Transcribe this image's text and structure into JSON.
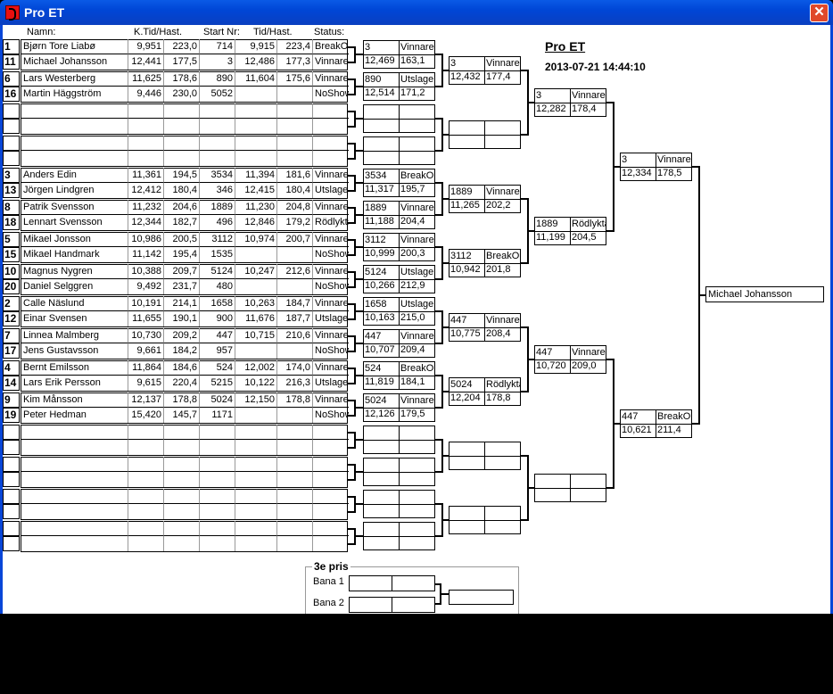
{
  "window": {
    "title": "Pro ET",
    "close_label": "✕"
  },
  "headers": {
    "name": "Namn:",
    "qual": "K.Tid/Hast.",
    "start": "Start Nr:",
    "race": "Tid/Hast.",
    "status": "Status:"
  },
  "event": {
    "title": "Pro ET",
    "datetime": "2013-07-21 14:44:10"
  },
  "pairs": [
    [
      {
        "seed": "1",
        "name": "Bjørn Tore Liabø",
        "ktid": "9,951",
        "khast": "223,0",
        "start": "714",
        "tid": "9,915",
        "hast": "223,4",
        "status": "BreakOut"
      },
      {
        "seed": "11",
        "name": "Michael Johansson",
        "ktid": "12,441",
        "khast": "177,5",
        "start": "3",
        "tid": "12,486",
        "hast": "177,3",
        "status": "Vinnare"
      }
    ],
    [
      {
        "seed": "6",
        "name": "Lars Westerberg",
        "ktid": "11,625",
        "khast": "178,6",
        "start": "890",
        "tid": "11,604",
        "hast": "175,6",
        "status": "Vinnare"
      },
      {
        "seed": "16",
        "name": "Martin Häggström",
        "ktid": "9,446",
        "khast": "230,0",
        "start": "5052",
        "tid": "",
        "hast": "",
        "status": "NoShow"
      }
    ],
    [
      {},
      {}
    ],
    [
      {},
      {}
    ],
    [
      {
        "seed": "3",
        "name": "Anders Edin",
        "ktid": "11,361",
        "khast": "194,5",
        "start": "3534",
        "tid": "11,394",
        "hast": "181,6",
        "status": "Vinnare"
      },
      {
        "seed": "13",
        "name": "Jörgen Lindgren",
        "ktid": "12,412",
        "khast": "180,4",
        "start": "346",
        "tid": "12,415",
        "hast": "180,4",
        "status": "Utslagen"
      }
    ],
    [
      {
        "seed": "8",
        "name": "Patrik Svensson",
        "ktid": "11,232",
        "khast": "204,6",
        "start": "1889",
        "tid": "11,230",
        "hast": "204,8",
        "status": "Vinnare"
      },
      {
        "seed": "18",
        "name": "Lennart Svensson",
        "ktid": "12,344",
        "khast": "182,7",
        "start": "496",
        "tid": "12,846",
        "hast": "179,2",
        "status": "Rödlykta"
      }
    ],
    [
      {
        "seed": "5",
        "name": "Mikael Jonsson",
        "ktid": "10,986",
        "khast": "200,5",
        "start": "3112",
        "tid": "10,974",
        "hast": "200,7",
        "status": "Vinnare"
      },
      {
        "seed": "15",
        "name": "Mikael Handmark",
        "ktid": "11,142",
        "khast": "195,4",
        "start": "1535",
        "tid": "",
        "hast": "",
        "status": "NoShow"
      }
    ],
    [
      {
        "seed": "10",
        "name": "Magnus Nygren",
        "ktid": "10,388",
        "khast": "209,7",
        "start": "5124",
        "tid": "10,247",
        "hast": "212,6",
        "status": "Vinnare"
      },
      {
        "seed": "20",
        "name": "Daniel Selggren",
        "ktid": "9,492",
        "khast": "231,7",
        "start": "480",
        "tid": "",
        "hast": "",
        "status": "NoShow"
      }
    ],
    [
      {
        "seed": "2",
        "name": "Calle Näslund",
        "ktid": "10,191",
        "khast": "214,1",
        "start": "1658",
        "tid": "10,263",
        "hast": "184,7",
        "status": "Vinnare"
      },
      {
        "seed": "12",
        "name": "Einar Svensen",
        "ktid": "11,655",
        "khast": "190,1",
        "start": "900",
        "tid": "11,676",
        "hast": "187,7",
        "status": "Utslagen"
      }
    ],
    [
      {
        "seed": "7",
        "name": "Linnea Malmberg",
        "ktid": "10,730",
        "khast": "209,2",
        "start": "447",
        "tid": "10,715",
        "hast": "210,6",
        "status": "Vinnare"
      },
      {
        "seed": "17",
        "name": "Jens Gustavsson",
        "ktid": "9,661",
        "khast": "184,2",
        "start": "957",
        "tid": "",
        "hast": "",
        "status": "NoShow"
      }
    ],
    [
      {
        "seed": "4",
        "name": "Bernt Emilsson",
        "ktid": "11,864",
        "khast": "184,6",
        "start": "524",
        "tid": "12,002",
        "hast": "174,0",
        "status": "Vinnare"
      },
      {
        "seed": "14",
        "name": "Lars Erik Persson",
        "ktid": "9,615",
        "khast": "220,4",
        "start": "5215",
        "tid": "10,122",
        "hast": "216,3",
        "status": "Utslagen"
      }
    ],
    [
      {
        "seed": "9",
        "name": "Kim Månsson",
        "ktid": "12,137",
        "khast": "178,8",
        "start": "5024",
        "tid": "12,150",
        "hast": "178,8",
        "status": "Vinnare"
      },
      {
        "seed": "19",
        "name": "Peter Hedman",
        "ktid": "15,420",
        "khast": "145,7",
        "start": "1171",
        "tid": "",
        "hast": "",
        "status": "NoShow"
      }
    ],
    [
      {},
      {}
    ],
    [
      {},
      {}
    ],
    [
      {},
      {}
    ],
    [
      {},
      {}
    ]
  ],
  "rounds": [
    [
      {
        "nr": "3",
        "status": "Vinnare",
        "time": "12,469",
        "speed": "163,1"
      },
      {
        "nr": "890",
        "status": "Utslagen",
        "time": "12,514",
        "speed": "171,2"
      },
      {},
      {},
      {
        "nr": "3534",
        "status": "BreakOut",
        "time": "11,317",
        "speed": "195,7"
      },
      {
        "nr": "1889",
        "status": "Vinnare",
        "time": "11,188",
        "speed": "204,4"
      },
      {
        "nr": "3112",
        "status": "Vinnare",
        "time": "10,999",
        "speed": "200,3"
      },
      {
        "nr": "5124",
        "status": "Utslagen",
        "time": "10,266",
        "speed": "212,9"
      },
      {
        "nr": "1658",
        "status": "Utslagen",
        "time": "10,163",
        "speed": "215,0"
      },
      {
        "nr": "447",
        "status": "Vinnare",
        "time": "10,707",
        "speed": "209,4"
      },
      {
        "nr": "524",
        "status": "BreakOut",
        "time": "11,819",
        "speed": "184,1"
      },
      {
        "nr": "5024",
        "status": "Vinnare",
        "time": "12,126",
        "speed": "179,5"
      },
      {},
      {},
      {},
      {}
    ],
    [
      {
        "nr": "3",
        "status": "Vinnare",
        "time": "12,432",
        "speed": "177,4"
      },
      {},
      {
        "nr": "1889",
        "status": "Vinnare",
        "time": "11,265",
        "speed": "202,2"
      },
      {
        "nr": "3112",
        "status": "BreakOut",
        "time": "10,942",
        "speed": "201,8"
      },
      {
        "nr": "447",
        "status": "Vinnare",
        "time": "10,775",
        "speed": "208,4"
      },
      {
        "nr": "5024",
        "status": "Rödlykta",
        "time": "12,204",
        "speed": "178,8"
      },
      {},
      {}
    ],
    [
      {
        "nr": "3",
        "status": "Vinnare",
        "time": "12,282",
        "speed": "178,4"
      },
      {
        "nr": "1889",
        "status": "Rödlykta",
        "time": "11,199",
        "speed": "204,5"
      },
      {
        "nr": "447",
        "status": "Vinnare",
        "time": "10,720",
        "speed": "209,0"
      },
      {}
    ],
    [
      {
        "nr": "3",
        "status": "Vinnare",
        "time": "12,334",
        "speed": "178,5"
      },
      {
        "nr": "447",
        "status": "BreakOut",
        "time": "10,621",
        "speed": "211,4"
      }
    ]
  ],
  "winner": "Michael Johansson",
  "third_place": {
    "title": "3e pris",
    "lane1": "Bana 1",
    "lane2": "Bana 2"
  }
}
